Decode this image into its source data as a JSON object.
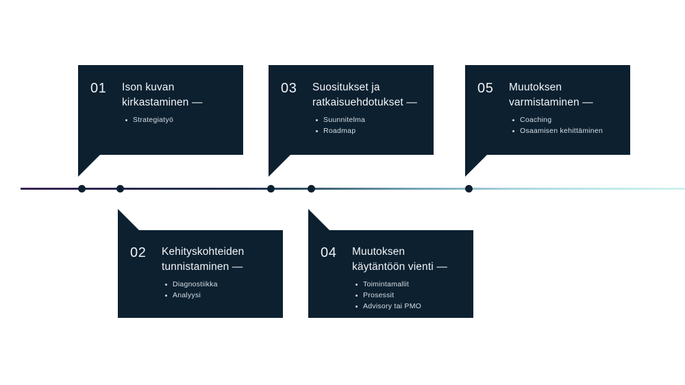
{
  "diagram": {
    "type": "timeline",
    "background_color": "#ffffff",
    "card_color": "#0c2030",
    "axis": {
      "name": "process-timeline-axis",
      "gradient_from": "#3b2353",
      "gradient_to": "#cdf2ef",
      "dot_color": "#0c2030",
      "dot_count": 5
    }
  },
  "steps": [
    {
      "number": "01",
      "title": "Ison kuvan\nkirkastaminen —",
      "bullets": [
        "Strategiatyö"
      ],
      "position": "above"
    },
    {
      "number": "02",
      "title": "Kehityskohteiden\ntunnistaminen —",
      "bullets": [
        "Diagnostiikka",
        "Analyysi"
      ],
      "position": "below"
    },
    {
      "number": "03",
      "title": "Suositukset ja\nratkaisuehdotukset —",
      "bullets": [
        "Suunnitelma",
        "Roadmap"
      ],
      "position": "above"
    },
    {
      "number": "04",
      "title": "Muutoksen\nkäytäntöön vienti —",
      "bullets": [
        "Toimintamallit",
        "Prosessit",
        "Advisory tai PMO"
      ],
      "position": "below"
    },
    {
      "number": "05",
      "title": "Muutoksen\nvarmistaminen —",
      "bullets": [
        "Coaching",
        "Osaamisen kehittäminen"
      ],
      "position": "above"
    }
  ]
}
